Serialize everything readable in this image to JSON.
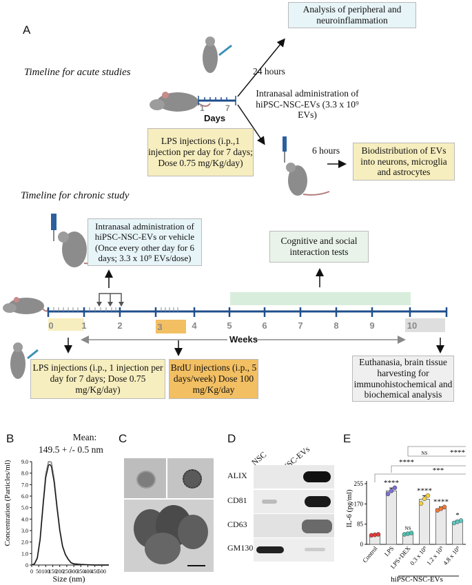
{
  "panelA": {
    "letter": "A",
    "acute_title": "Timeline for acute studies",
    "chronic_title": "Timeline for chronic study",
    "acute": {
      "days_label": "Days",
      "day_start": "1",
      "day_end": "7",
      "lps_box": "LPS injections (i.p.,1 injection per day for 7 days; Dose 0.75 mg/Kg/day)",
      "analysis_box": "Analysis of peripheral and neuroinflammation",
      "hours24": "24 hours",
      "intranasal": "Intranasal administration of hiPSC-NSC-EVs (3.3 x 10⁹ EVs)",
      "hours6": "6 hours",
      "biodist_box": "Biodistribution of EVs into neurons, microglia and astrocytes"
    },
    "chronic": {
      "intranasal_box": "Intranasal administration of hiPSC-NSC-EVs or vehicle (Once every other day for 6 days; 3.3 x 10⁹ EVs/dose)",
      "cognitive_box": "Cognitive and social interaction tests",
      "weeks_label": "Weeks",
      "week_ticks": [
        "0",
        "1",
        "2",
        "3",
        "4",
        "5",
        "6",
        "7",
        "8",
        "9",
        "10"
      ],
      "lps_box": "LPS injections (i.p., 1 injection per day for 7 days; Dose 0.75 mg/Kg/day)",
      "brdu_box": "BrdU injections (i.p., 5 days/week) Dose 100 mg/Kg/day",
      "euthanasia_box": "Euthanasia, brain tissue harvesting for immunohistochemical and biochemical analysis"
    }
  },
  "panelB": {
    "letter": "B",
    "mean_label": "Mean:",
    "mean_value": "149.5 + /- 0.5 nm"
  },
  "panelC": {
    "letter": "C"
  },
  "panelD": {
    "letter": "D",
    "columns": [
      "NSC",
      "NSC-EVs"
    ],
    "rows": [
      "ALIX",
      "CD81",
      "CD63",
      "GM130"
    ]
  },
  "panelE": {
    "letter": "E",
    "group_label": "hiPSC-NSC-EVs"
  },
  "chart_data": [
    {
      "type": "line",
      "xlabel": "Size (nm)",
      "ylabel": "Concentration (Particles/ml)",
      "xlim": [
        0,
        550
      ],
      "ylim": [
        0,
        9.0
      ],
      "xticks": [
        "0",
        "50",
        "100",
        "150",
        "200",
        "250",
        "300",
        "350",
        "400",
        "450",
        "500"
      ],
      "yticks": [
        "0",
        "1.0",
        "2.0",
        "3.0",
        "4.0",
        "5.0",
        "6.0",
        "7.0",
        "8.0",
        "9.0"
      ],
      "x": [
        0,
        20,
        40,
        60,
        80,
        100,
        120,
        130,
        140,
        160,
        180,
        200,
        220,
        240,
        260,
        280,
        300,
        350,
        400,
        450,
        500,
        550
      ],
      "values": [
        0,
        0.1,
        0.6,
        2.2,
        5.0,
        7.6,
        8.7,
        8.75,
        8.6,
        7.2,
        5.0,
        3.0,
        1.6,
        0.9,
        0.5,
        0.2,
        0.1,
        0.05,
        0.02,
        0,
        0,
        0
      ]
    },
    {
      "type": "bar",
      "ylabel": "IL-6 (pg/ml)",
      "yticks": [
        "0",
        "85",
        "170",
        "255"
      ],
      "ylim": [
        0,
        255
      ],
      "categories": [
        "Control",
        "LPS",
        "LPS+DEX",
        "0.3 x 10⁹",
        "1.2 x 10⁹",
        "4.8 x 10⁹"
      ],
      "values": [
        40,
        225,
        45,
        190,
        150,
        95
      ],
      "errors": [
        3,
        12,
        4,
        15,
        8,
        6
      ],
      "points": [
        [
          38,
          40,
          42
        ],
        [
          212,
          225,
          238
        ],
        [
          42,
          45,
          48
        ],
        [
          172,
          192,
          205
        ],
        [
          143,
          150,
          157
        ],
        [
          90,
          95,
          100
        ]
      ],
      "point_colors": [
        "#e63a3a",
        "#7a6fd6",
        "#4fc1b0",
        "#f4d23c",
        "#f07a3a",
        "#5ec8c0"
      ],
      "annotations": [
        "",
        "****",
        "NS",
        "****",
        "****",
        "*"
      ],
      "comparisons": [
        "NS",
        "****",
        "****",
        "***"
      ]
    }
  ]
}
